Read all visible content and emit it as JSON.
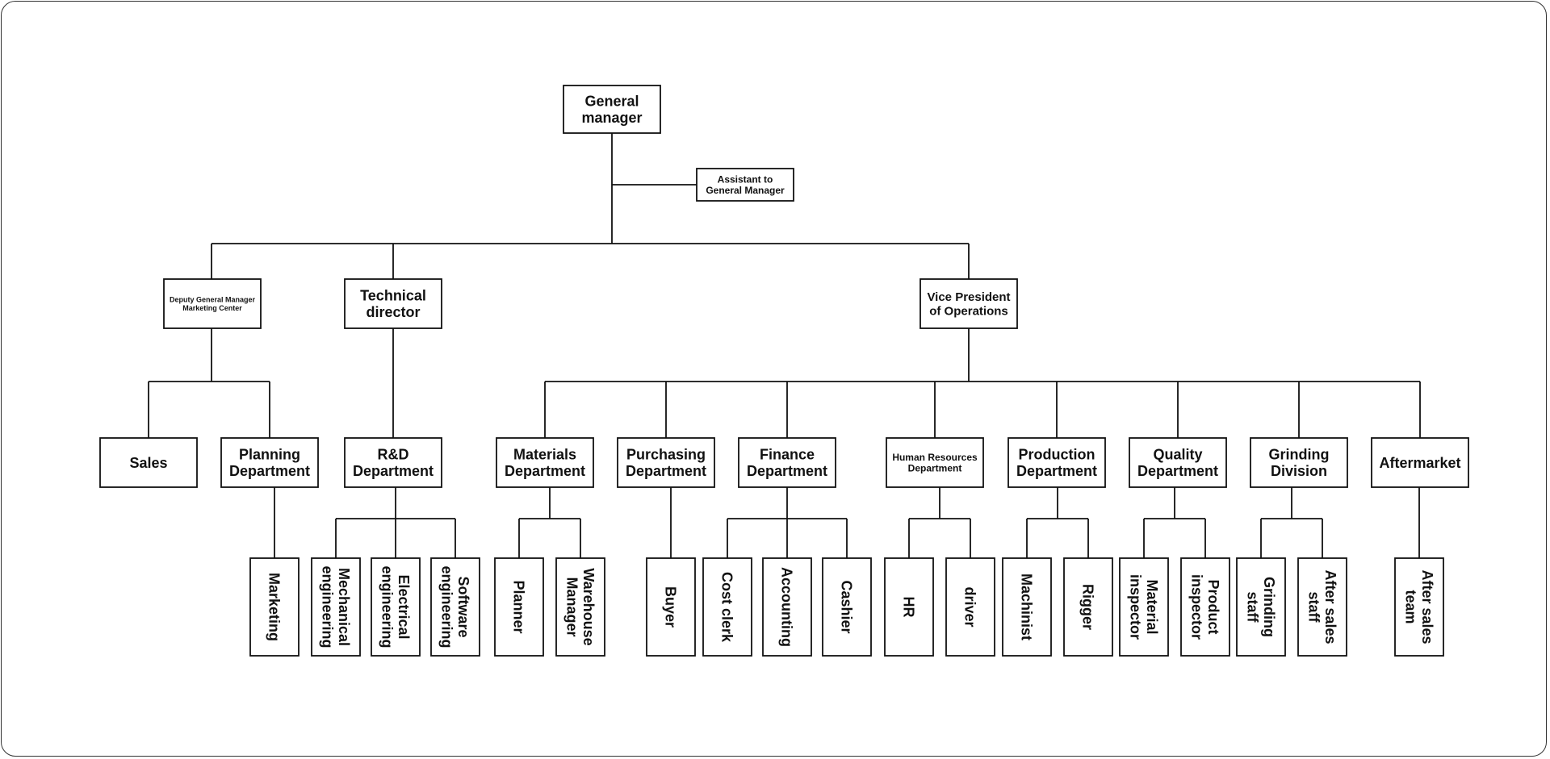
{
  "org_chart": {
    "nodes": {
      "gm": "General\nmanager",
      "assistant": "Assistant to\nGeneral Manager",
      "deputy": "Deputy General Manager\nMarketing Center",
      "tech": "Technical\ndirector",
      "vp": "Vice President\nof Operations",
      "sales": "Sales",
      "planning": "Planning\nDepartment",
      "rd": "R&D\nDepartment",
      "materials": "Materials\nDepartment",
      "purchasing": "Purchasing\nDepartment",
      "finance": "Finance\nDepartment",
      "hr_dept": "Human Resources\nDepartment",
      "production": "Production\nDepartment",
      "quality": "Quality\nDepartment",
      "grinding": "Grinding\nDivision",
      "aftermarket": "Aftermarket",
      "marketing": "Marketing",
      "mech": "Mechanical\nengineering",
      "elec": "Electrical\nengineering",
      "soft": "Software\nengineering",
      "planner": "Planner",
      "warehouse": "Warehouse\nManager",
      "buyer": "Buyer",
      "cost": "Cost clerk",
      "accounting": "Accounting",
      "cashier": "Cashier",
      "hr": "HR",
      "driver": "driver",
      "machinist": "Machinist",
      "rigger": "Rigger",
      "mat_insp": "Material\ninspector",
      "prod_insp": "Product\ninspector",
      "grind_staff": "Grinding\nstaff",
      "after_staff": "After sales\nstaff",
      "after_team": "After sales\nteam"
    },
    "relations": {
      "gm": [
        "assistant",
        "deputy",
        "tech",
        "vp"
      ],
      "deputy": [
        "sales",
        "planning"
      ],
      "tech": [
        "rd"
      ],
      "vp": [
        "materials",
        "purchasing",
        "finance",
        "hr_dept",
        "production",
        "quality",
        "grinding",
        "aftermarket"
      ],
      "planning": [
        "marketing"
      ],
      "rd": [
        "mech",
        "elec",
        "soft"
      ],
      "materials": [
        "planner",
        "warehouse"
      ],
      "purchasing": [
        "buyer"
      ],
      "finance": [
        "cost",
        "accounting",
        "cashier"
      ],
      "hr_dept": [
        "hr",
        "driver"
      ],
      "production": [
        "machinist",
        "rigger"
      ],
      "quality": [
        "mat_insp",
        "prod_insp"
      ],
      "grinding": [
        "grind_staff",
        "after_staff"
      ],
      "aftermarket": [
        "after_team"
      ]
    }
  }
}
